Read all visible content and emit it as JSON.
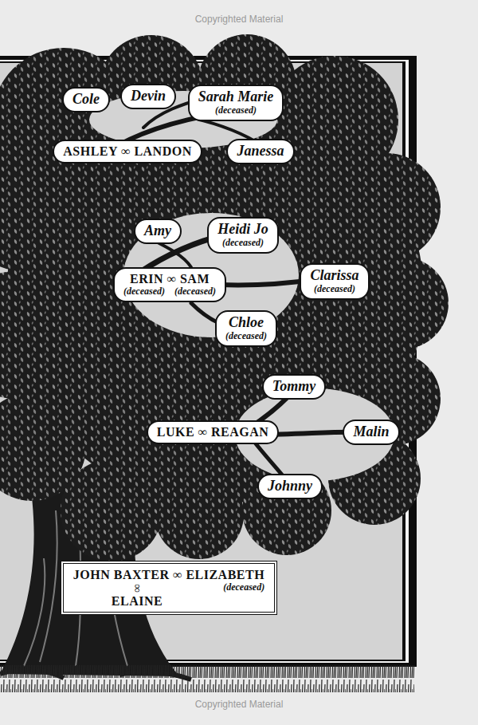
{
  "diagram": {
    "nodes": [
      {
        "text": [
          "Cole"
        ]
      },
      {
        "text": [
          "Devin"
        ]
      },
      {
        "text": [
          "Sarah Marie",
          "(deceased)"
        ]
      },
      {
        "text": [
          "ASHLEY ∞ LANDON"
        ]
      },
      {
        "text": [
          "Janessa"
        ]
      },
      {
        "text": [
          "Amy"
        ]
      },
      {
        "text": [
          "Heidi Jo",
          "(deceased)"
        ]
      },
      {
        "text": [
          "ERIN ∞ SAM",
          "(deceased)",
          "(deceased)"
        ]
      },
      {
        "text": [
          "Clarissa",
          "(deceased)"
        ]
      },
      {
        "text": [
          "Chloe",
          "(deceased)"
        ]
      },
      {
        "text": [
          "Tommy"
        ]
      },
      {
        "text": [
          "LUKE ∞ REAGAN"
        ]
      },
      {
        "text": [
          "Malin"
        ]
      },
      {
        "text": [
          "Johnny"
        ]
      },
      {
        "text": [
          "JOHN BAXTER ∞ ELIZABETH",
          "(deceased)",
          "∞",
          "ELAINE"
        ]
      }
    ],
    "labels": [
      "Copyrighted Material",
      "Copyrighted Material"
    ]
  }
}
